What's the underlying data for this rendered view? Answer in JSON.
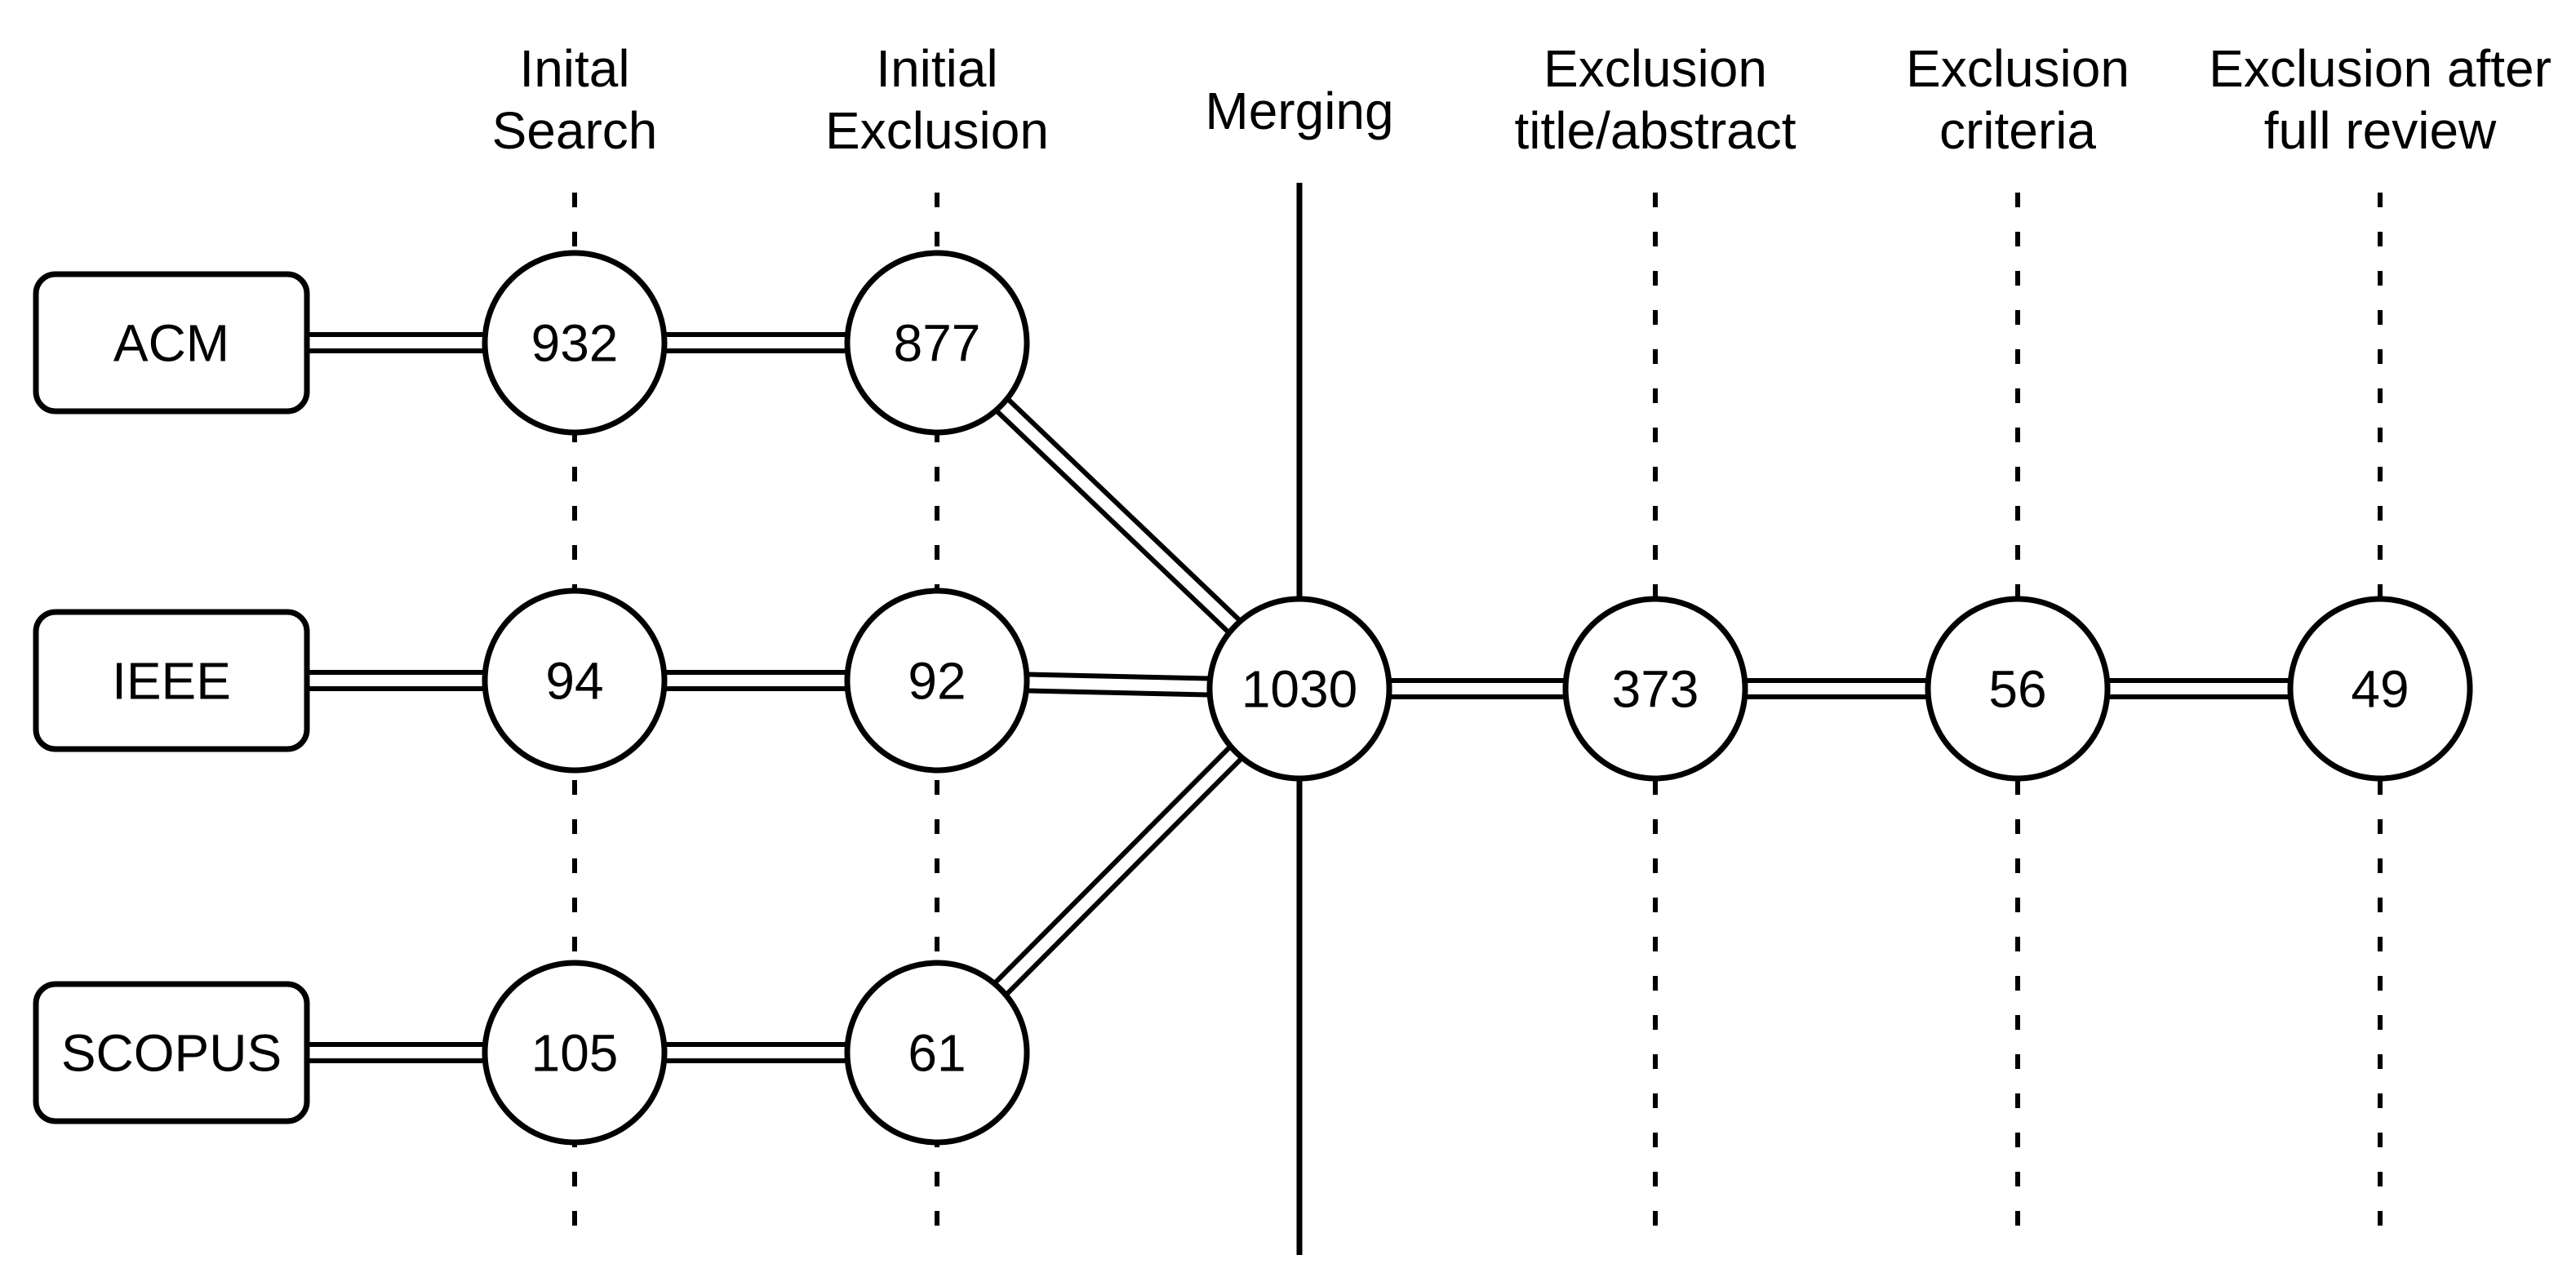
{
  "diagram": {
    "stages": [
      {
        "label_lines": [
          "Inital",
          "Search"
        ],
        "line_style": "dashed"
      },
      {
        "label_lines": [
          "Initial",
          "Exclusion"
        ],
        "line_style": "dashed"
      },
      {
        "label_lines": [
          "Merging"
        ],
        "line_style": "solid"
      },
      {
        "label_lines": [
          "Exclusion",
          "title/abstract"
        ],
        "line_style": "dashed"
      },
      {
        "label_lines": [
          "Exclusion",
          "criteria"
        ],
        "line_style": "dashed"
      },
      {
        "label_lines": [
          "Exclusion after",
          "full review"
        ],
        "line_style": "dashed"
      }
    ],
    "sources": [
      {
        "name": "ACM",
        "counts": [
          "932",
          "877"
        ]
      },
      {
        "name": "IEEE",
        "counts": [
          "94",
          "92"
        ]
      },
      {
        "name": "SCOPUS",
        "counts": [
          "105",
          "61"
        ]
      }
    ],
    "merged_counts": [
      "1030",
      "373",
      "56",
      "49"
    ],
    "colors": {
      "ink": "#000000",
      "background": "#ffffff"
    }
  }
}
